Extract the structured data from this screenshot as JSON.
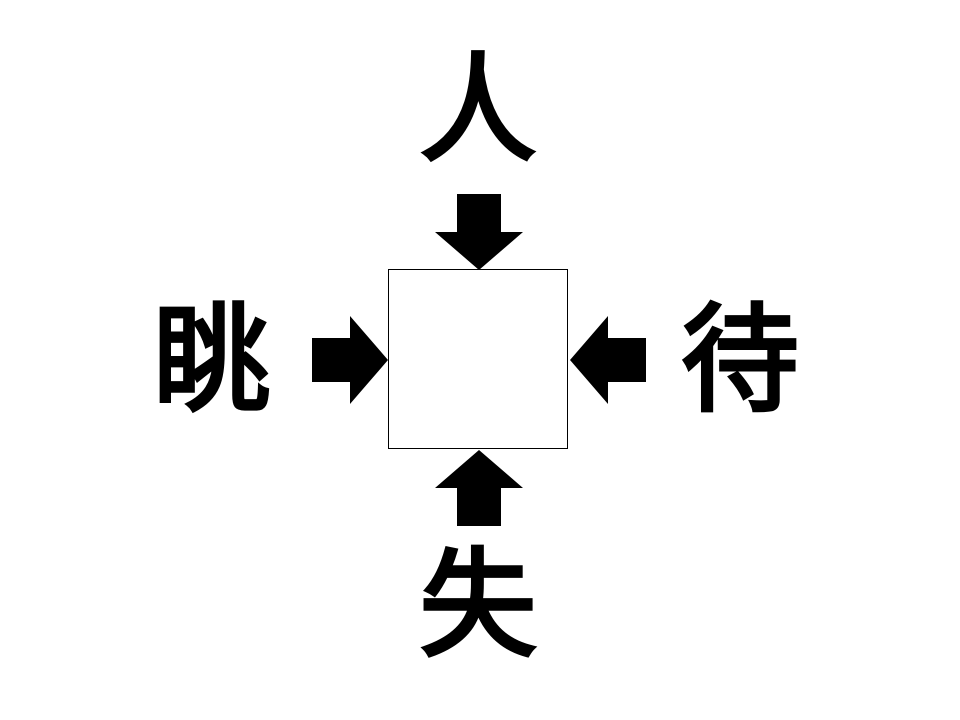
{
  "puzzle": {
    "top_kanji": "人",
    "left_kanji": "眺",
    "right_kanji": "待",
    "bottom_kanji": "失",
    "answer_box": ""
  },
  "colors": {
    "foreground": "#000000",
    "background": "#ffffff"
  },
  "icons": {
    "top_arrow": "arrow-down-icon",
    "left_arrow": "arrow-right-icon",
    "right_arrow": "arrow-left-icon",
    "bottom_arrow": "arrow-up-icon"
  }
}
